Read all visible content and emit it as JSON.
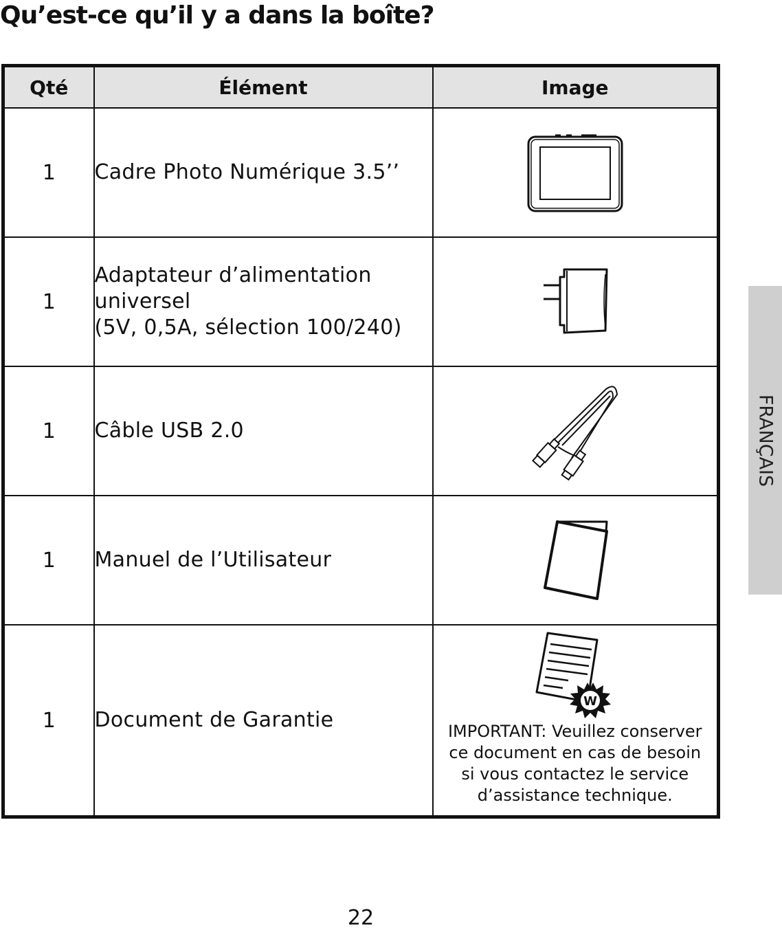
{
  "page": {
    "title": "Qu’est-ce qu’il y a dans la boîte?",
    "side_tab": "FRANÇAIS",
    "page_number": "22"
  },
  "table": {
    "headers": {
      "qty": "Qté",
      "item": "Élément",
      "image": "Image"
    },
    "rows": [
      {
        "qty": "1",
        "item": "Cadre Photo Numérique 3.5’’",
        "icon": "photo-frame-icon"
      },
      {
        "qty": "1",
        "item_lines": [
          "Adaptateur d’alimentation",
          "universel",
          "(5V, 0,5A, sélection 100/240)"
        ],
        "icon": "power-adapter-icon"
      },
      {
        "qty": "1",
        "item": "Câble USB 2.0",
        "icon": "usb-cable-icon"
      },
      {
        "qty": "1",
        "item": "Manuel de l’Utilisateur",
        "icon": "user-manual-icon"
      },
      {
        "qty": "1",
        "item": "Document de Garantie",
        "icon": "warranty-document-icon",
        "badge": "W",
        "note_lines": [
          "IMPORTANT: Veuillez conserver",
          "ce document en cas de besoin",
          "si vous contactez le service",
          "d’assistance technique."
        ]
      }
    ]
  }
}
